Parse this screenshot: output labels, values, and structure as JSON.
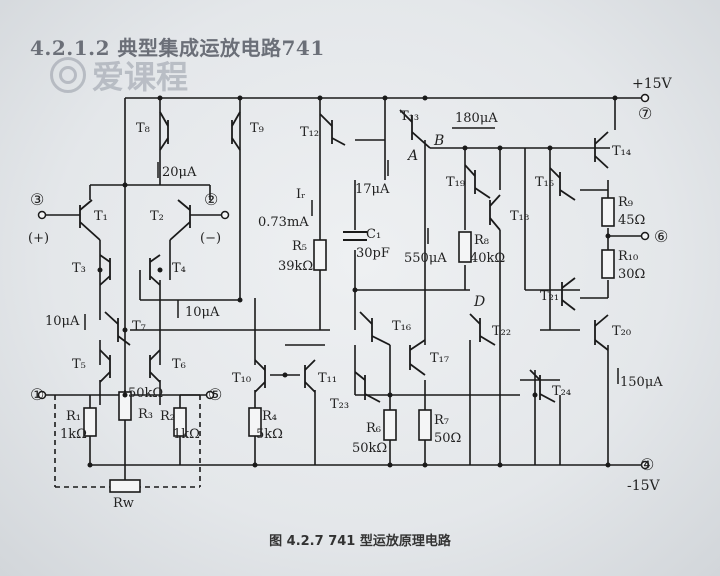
{
  "header": {
    "section_title": "4.2.1.2 典型集成运放电路741",
    "watermark": "爱课程"
  },
  "caption": "图 4.2.7   741 型运放原理电路",
  "terminals": {
    "t7": {
      "num": "⑦",
      "label": "+15V"
    },
    "t4": {
      "num": "④",
      "label": "-15V"
    },
    "t3": {
      "num": "③",
      "label": "(+)"
    },
    "t2": {
      "num": "②",
      "label": "(−)"
    },
    "t6": {
      "num": "⑥"
    },
    "t1": {
      "num": "①"
    },
    "t5": {
      "num": "⑤"
    }
  },
  "transistors": {
    "T1": "T₁",
    "T2": "T₂",
    "T3": "T₃",
    "T4": "T₄",
    "T5": "T₅",
    "T6": "T₆",
    "T7": "T₇",
    "T8": "T₈",
    "T9": "T₉",
    "T10": "T₁₀",
    "T11": "T₁₁",
    "T12": "T₁₂",
    "T13": "T₁₃",
    "T14": "T₁₄",
    "T15": "T₁₅",
    "T16": "T₁₆",
    "T17": "T₁₇",
    "T18": "T₁₈",
    "T19": "T₁₉",
    "T20": "T₂₀",
    "T21": "T₂₁",
    "T22": "T₂₂",
    "T23": "T₂₃",
    "T24": "T₂₄"
  },
  "resistors": {
    "R1": {
      "name": "R₁",
      "value": "1kΩ"
    },
    "R2": {
      "name": "R₂",
      "value": "1kΩ"
    },
    "R3": {
      "name": "R₃",
      "value": "50kΩ"
    },
    "R4": {
      "name": "R₄",
      "value": "5kΩ"
    },
    "R5": {
      "name": "R₅",
      "value": "39kΩ"
    },
    "R6": {
      "name": "R₆",
      "value": "50kΩ"
    },
    "R7": {
      "name": "R₇",
      "value": "50Ω"
    },
    "R8": {
      "name": "R₈",
      "value": "40kΩ"
    },
    "R9": {
      "name": "R₉",
      "value": "45Ω"
    },
    "R10": {
      "name": "R₁₀",
      "value": "30Ω"
    },
    "RW": {
      "name": "Rw"
    }
  },
  "capacitor": {
    "name": "C₁",
    "value": "30pF"
  },
  "currents": {
    "i20": "20μA",
    "i10": "10μA",
    "i10b": "10μA",
    "iref_name": "Iᵣ",
    "iref_value": "0.73mA",
    "i17": "17μA",
    "i180": "180μA",
    "i550": "550μA",
    "i150": "150μA"
  },
  "nodes": {
    "A": "A",
    "B": "B",
    "D": "D"
  }
}
